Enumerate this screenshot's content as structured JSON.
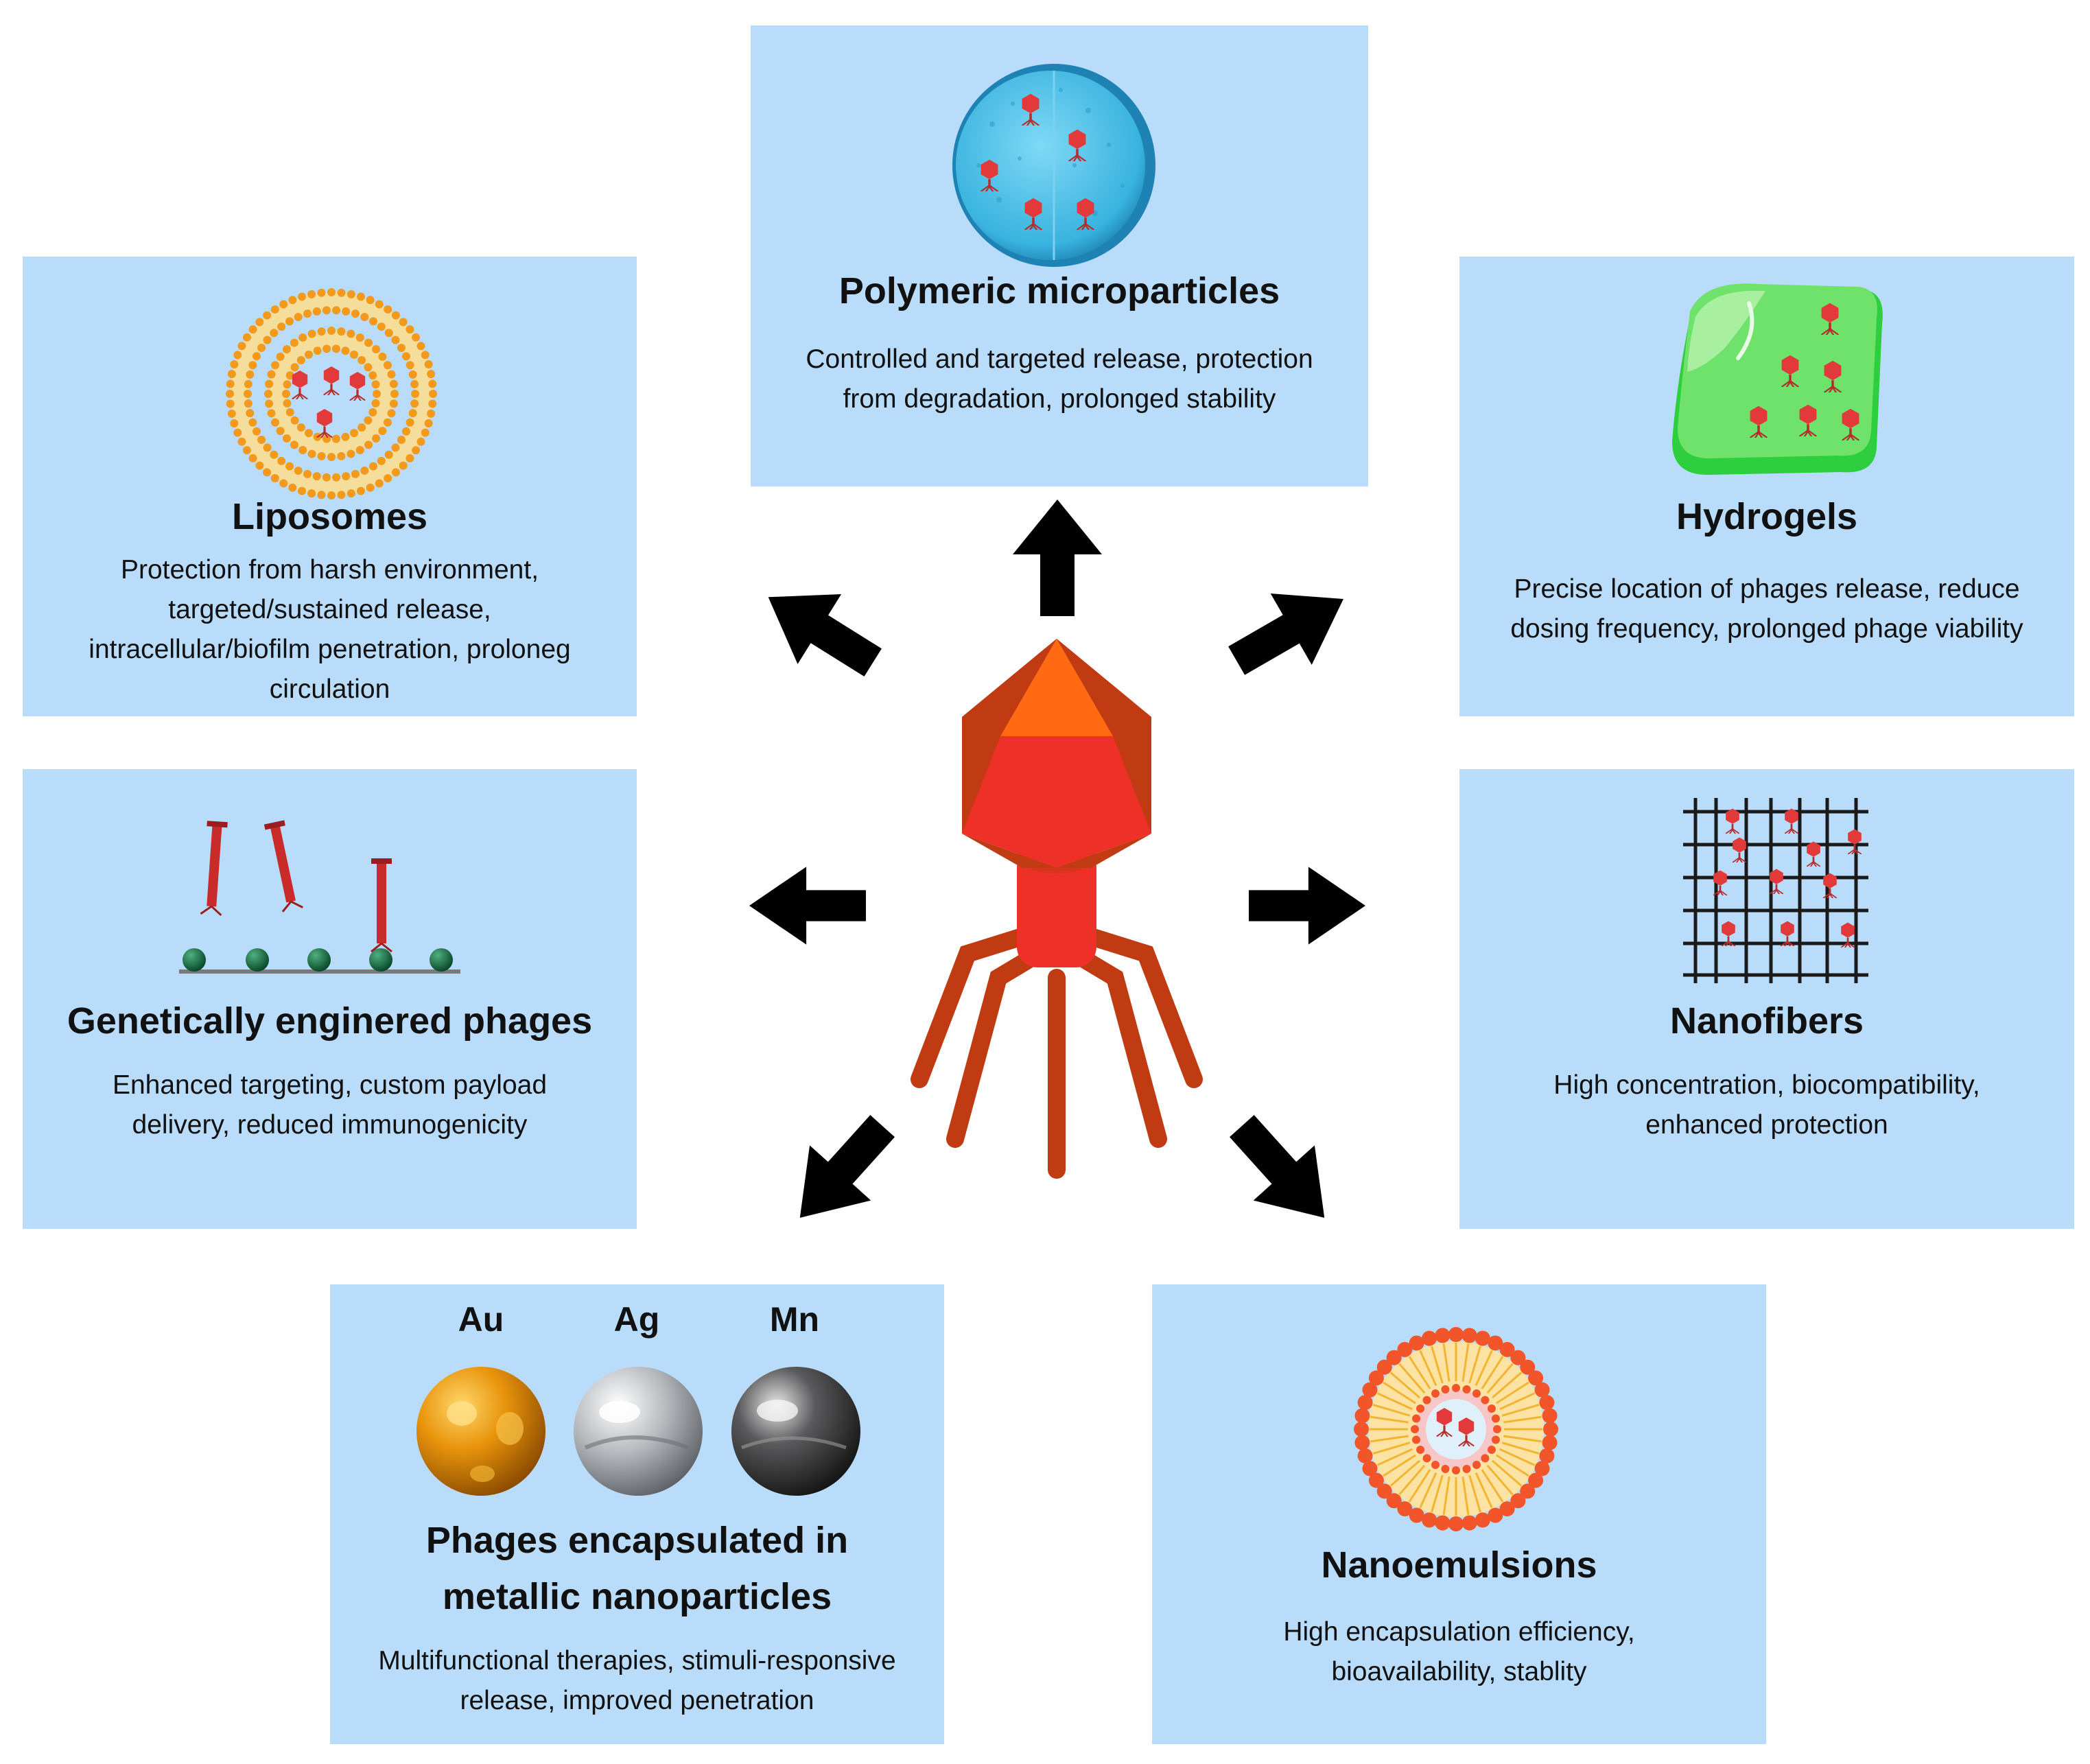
{
  "center": {
    "icon": "bacteriophage-icon"
  },
  "colors": {
    "panel": "#b9dcfa",
    "arrow": "#000000",
    "phage_red": "#ee3128",
    "phage_dark": "#c03a12"
  },
  "panels": {
    "polymeric": {
      "icon": "microparticle-icon",
      "title": "Polymeric microparticles",
      "desc": [
        "Controlled and targeted release, protection",
        "from degradation, prolonged stability"
      ]
    },
    "liposomes": {
      "icon": "liposome-icon",
      "title": "Liposomes",
      "desc": [
        "Protection from harsh environment,",
        "targeted/sustained release,",
        "intracellular/biofilm penetration, proloneg",
        "circulation"
      ]
    },
    "hydrogels": {
      "icon": "hydrogel-icon",
      "title": "Hydrogels",
      "desc": [
        "Precise location of phages release, reduce",
        "dosing frequency, prolonged phage viability"
      ]
    },
    "genetic": {
      "icon": "engineered-phages-icon",
      "title": "Genetically enginered phages",
      "desc": [
        "Enhanced targeting, custom payload",
        "delivery, reduced immunogenicity"
      ]
    },
    "nanofibers": {
      "icon": "nanofiber-mesh-icon",
      "title": "Nanofibers",
      "desc": [
        "High concentration, biocompatibility,",
        "enhanced protection"
      ]
    },
    "metallic": {
      "icon": "metal-spheres-icon",
      "metals": [
        "Au",
        "Ag",
        "Mn"
      ],
      "title": [
        "Phages encapsulated in",
        "metallic nanoparticles"
      ],
      "desc": [
        "Multifunctional therapies, stimuli-responsive",
        "release, improved penetration"
      ]
    },
    "nanoemulsions": {
      "icon": "nanoemulsion-icon",
      "title": "Nanoemulsions",
      "desc": [
        "High encapsulation efficiency,",
        "bioavailability, stablity"
      ]
    }
  }
}
